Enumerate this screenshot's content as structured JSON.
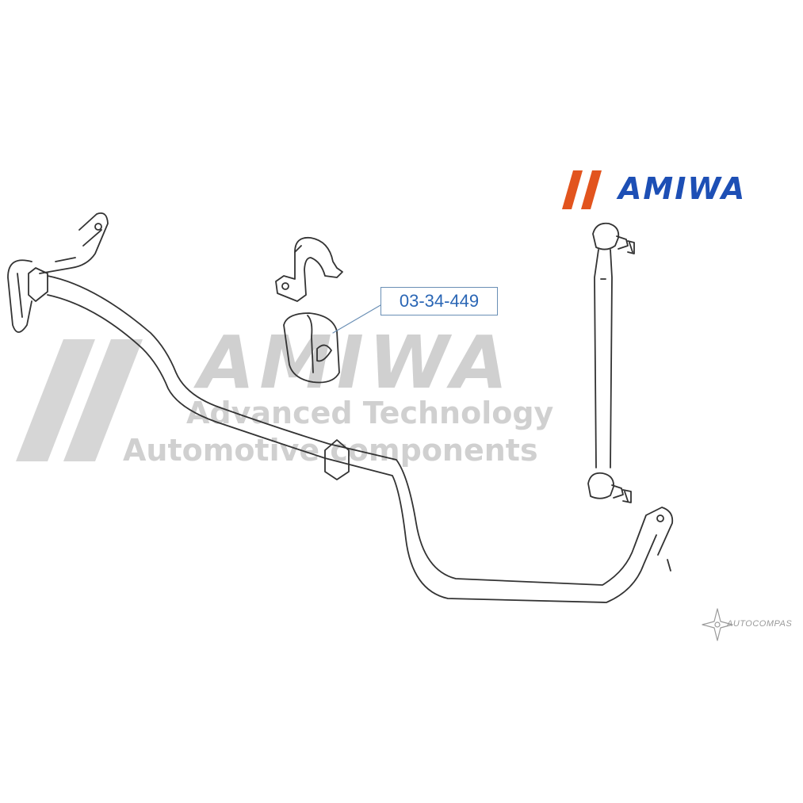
{
  "brand": {
    "name": "AMIWA",
    "accent_color": "#e2541e",
    "text_color": "#1d4fb5"
  },
  "watermark": {
    "brand": "AMIWA",
    "tagline_1": "Advanced Technology",
    "tagline_2": "Automotive components",
    "color": "#d0d0d0"
  },
  "diagram": {
    "part_number": "03-34-449",
    "parts": [
      "stabilizer-bar",
      "bushing-bracket",
      "stabilizer-bushing",
      "stabilizer-link"
    ]
  },
  "credit": {
    "text": "AUTOCOMPAS",
    "icon": "compass-star-icon"
  }
}
